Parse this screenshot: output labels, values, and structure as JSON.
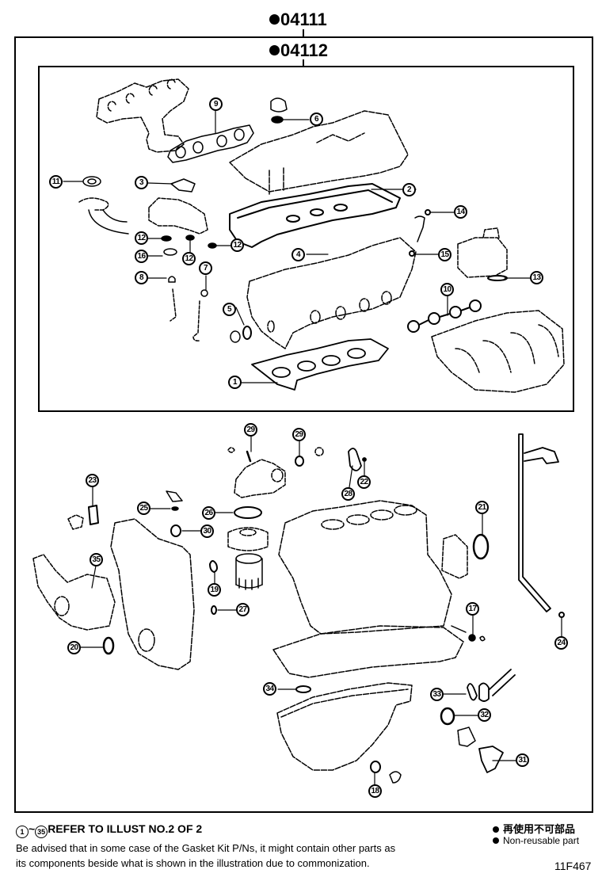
{
  "kits": {
    "outer": {
      "part_no": "04111",
      "marker": "non-reusable-dot"
    },
    "inner": {
      "part_no": "04112",
      "marker": "non-reusable-dot"
    }
  },
  "callouts": [
    {
      "id": "c1",
      "label": "1"
    },
    {
      "id": "c2",
      "label": "2"
    },
    {
      "id": "c3",
      "label": "3"
    },
    {
      "id": "c4",
      "label": "4"
    },
    {
      "id": "c5",
      "label": "5"
    },
    {
      "id": "c6",
      "label": "6"
    },
    {
      "id": "c7",
      "label": "7"
    },
    {
      "id": "c8",
      "label": "8"
    },
    {
      "id": "c9",
      "label": "9"
    },
    {
      "id": "c10",
      "label": "10"
    },
    {
      "id": "c11",
      "label": "11"
    },
    {
      "id": "c12a",
      "label": "12"
    },
    {
      "id": "c12b",
      "label": "12"
    },
    {
      "id": "c12c",
      "label": "12"
    },
    {
      "id": "c13",
      "label": "13"
    },
    {
      "id": "c14",
      "label": "14"
    },
    {
      "id": "c15",
      "label": "15"
    },
    {
      "id": "c16",
      "label": "16"
    },
    {
      "id": "c17",
      "label": "17"
    },
    {
      "id": "c18",
      "label": "18"
    },
    {
      "id": "c19",
      "label": "19"
    },
    {
      "id": "c20",
      "label": "20"
    },
    {
      "id": "c21",
      "label": "21"
    },
    {
      "id": "c22",
      "label": "22"
    },
    {
      "id": "c23",
      "label": "23"
    },
    {
      "id": "c24",
      "label": "24"
    },
    {
      "id": "c25",
      "label": "25"
    },
    {
      "id": "c26",
      "label": "26"
    },
    {
      "id": "c27",
      "label": "27"
    },
    {
      "id": "c28",
      "label": "28"
    },
    {
      "id": "c29a",
      "label": "29"
    },
    {
      "id": "c29b",
      "label": "29"
    },
    {
      "id": "c30",
      "label": "30"
    },
    {
      "id": "c31",
      "label": "31"
    },
    {
      "id": "c32",
      "label": "32"
    },
    {
      "id": "c33",
      "label": "33"
    },
    {
      "id": "c34",
      "label": "34"
    },
    {
      "id": "c35",
      "label": "35"
    }
  ],
  "footer": {
    "ref_range_start": "1",
    "ref_range_sep": "~",
    "ref_range_end": "35",
    "ref_text": "REFER TO ILLUST NO.2 OF 2",
    "note_line1": "Be advised that in some case of the Gasket Kit P/Ns,  it might contain other parts as",
    "note_line2": "its components beside what is shown in the illustration due to commonization.",
    "legend_jp": "再使用不可部品",
    "legend_en": "Non-reusable part",
    "figure_code": "11F467"
  }
}
